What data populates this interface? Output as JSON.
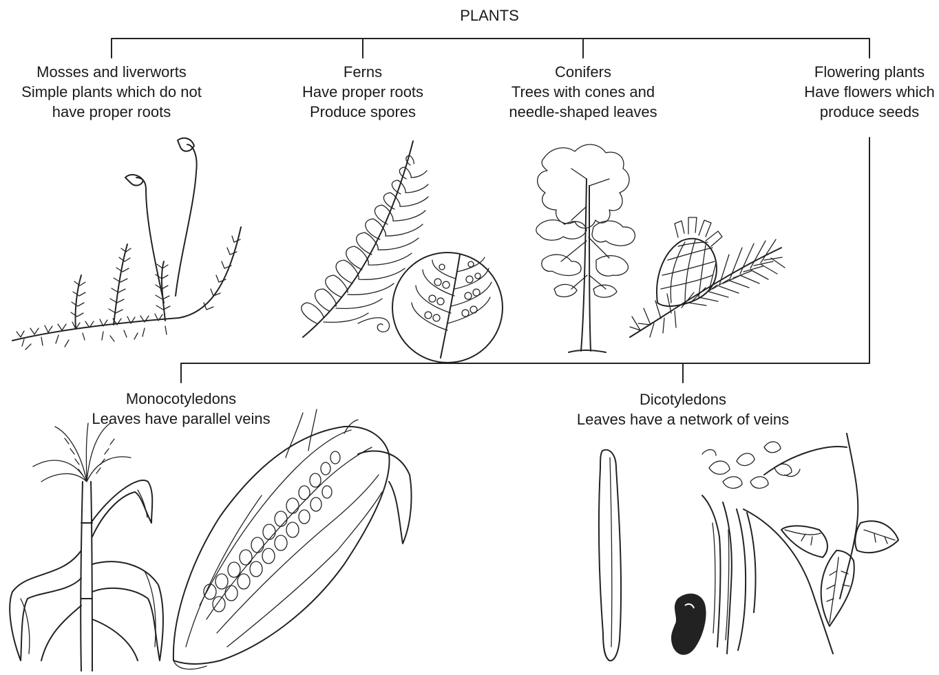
{
  "diagram": {
    "root": {
      "label": "PLANTS"
    },
    "groups": [
      {
        "key": "mosses",
        "lines": [
          "Mosses and liverworts",
          "Simple plants which do not",
          "have proper roots"
        ]
      },
      {
        "key": "ferns",
        "lines": [
          "Ferns",
          "Have proper roots",
          "Produce spores"
        ]
      },
      {
        "key": "conifers",
        "lines": [
          "Conifers",
          "Trees with cones and",
          "needle-shaped leaves"
        ]
      },
      {
        "key": "flowering",
        "lines": [
          "Flowering plants",
          "Have flowers which",
          "produce seeds"
        ]
      }
    ],
    "subgroups": [
      {
        "key": "monocotyledons",
        "lines": [
          "Monocotyledons",
          "Leaves have parallel veins"
        ]
      },
      {
        "key": "dicotyledons",
        "lines": [
          "Dicotyledons",
          "Leaves have a network of veins"
        ]
      }
    ],
    "illustrations": [
      "moss-illustration",
      "fern-illustration",
      "conifer-tree-illustration",
      "pine-cone-illustration",
      "maize-plant-illustration",
      "corn-cob-illustration",
      "bean-pod-illustration",
      "bean-seed-illustration",
      "bean-plant-illustration"
    ],
    "colors": {
      "ink": "#222222",
      "background": "#ffffff"
    }
  }
}
